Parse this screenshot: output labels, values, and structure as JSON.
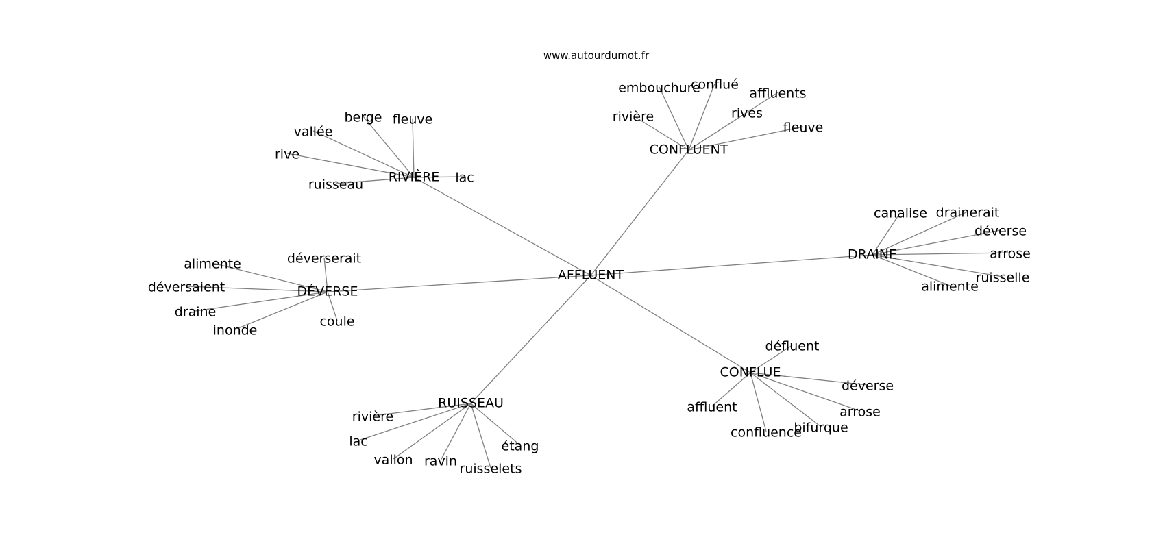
{
  "watermark": "www.autourdumot.fr",
  "colors": {
    "edge": "#808080",
    "text": "#000000",
    "background": "#ffffff"
  },
  "graph": {
    "center": "AFFLUENT",
    "hubs": [
      {
        "id": "riviere",
        "label": "RIVIÈRE",
        "words": [
          "berge",
          "fleuve",
          "vallée",
          "rive",
          "ruisseau",
          "lac"
        ]
      },
      {
        "id": "confluent",
        "label": "CONFLUENT",
        "words": [
          "embouchure",
          "conflué",
          "affluents",
          "rivière",
          "rives",
          "fleuve"
        ]
      },
      {
        "id": "draine",
        "label": "DRAINE",
        "words": [
          "canalise",
          "drainerait",
          "déverse",
          "arrose",
          "ruisselle",
          "alimente"
        ]
      },
      {
        "id": "conflue",
        "label": "CONFLUE",
        "words": [
          "défluent",
          "déverse",
          "arrose",
          "bifurque",
          "confluence",
          "affluent"
        ]
      },
      {
        "id": "ruisseau",
        "label": "RUISSEAU",
        "words": [
          "rivière",
          "lac",
          "vallon",
          "ravin",
          "ruisselets",
          "étang"
        ]
      },
      {
        "id": "deverse",
        "label": "DÉVERSE",
        "words": [
          "déverserait",
          "alimente",
          "déversaient",
          "draine",
          "inonde",
          "coule"
        ]
      }
    ]
  }
}
